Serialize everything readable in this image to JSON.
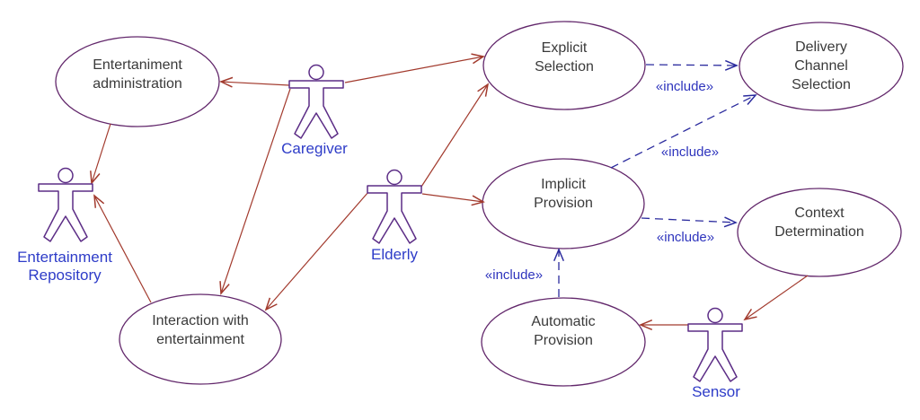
{
  "diagram": {
    "type": "UML use case diagram",
    "background": "#ffffff",
    "colors": {
      "usecase_stroke": "#62276b",
      "usecase_text": "#3a3a3a",
      "actor_stroke": "#5c2d86",
      "actor_label_text": "#2e3cc8",
      "association_arrow": "#a23a2d",
      "include_arrow": "#2b2b9e",
      "include_label_text": "#2e34bd"
    },
    "use_cases": [
      {
        "id": "entertainment-administration",
        "lines": [
          "Entertaniment",
          "administration"
        ]
      },
      {
        "id": "explicit-selection",
        "lines": [
          "Explicit",
          "Selection"
        ]
      },
      {
        "id": "delivery-channel-selection",
        "lines": [
          "Delivery",
          "Channel",
          "Selection"
        ]
      },
      {
        "id": "implicit-provision",
        "lines": [
          "Implicit",
          "Provision"
        ]
      },
      {
        "id": "context-determination",
        "lines": [
          "Context",
          "Determination"
        ]
      },
      {
        "id": "interaction-with-entertainment",
        "lines": [
          "Interaction with",
          "entertainment"
        ]
      },
      {
        "id": "automatic-provision",
        "lines": [
          "Automatic",
          "Provision"
        ]
      }
    ],
    "actors": [
      {
        "id": "caregiver",
        "label_lines": [
          "Caregiver"
        ]
      },
      {
        "id": "elderly",
        "label_lines": [
          "Elderly"
        ]
      },
      {
        "id": "entertainment-repository",
        "label_lines": [
          "Entertainment",
          "Repository"
        ]
      },
      {
        "id": "sensor",
        "label_lines": [
          "Sensor"
        ]
      }
    ],
    "associations": [
      {
        "from": "Caregiver",
        "to": "Entertaniment administration"
      },
      {
        "from": "Caregiver",
        "to": "Explicit Selection"
      },
      {
        "from": "Caregiver",
        "to": "Interaction with entertainment"
      },
      {
        "from": "Elderly",
        "to": "Explicit Selection"
      },
      {
        "from": "Elderly",
        "to": "Implicit Provision"
      },
      {
        "from": "Elderly",
        "to": "Interaction with entertainment"
      },
      {
        "from": "Entertaniment administration",
        "to": "Entertainment Repository"
      },
      {
        "from": "Interaction with entertainment",
        "to": "Entertainment Repository"
      },
      {
        "from": "Sensor",
        "to": "Automatic Provision"
      },
      {
        "from": "Context Determination",
        "to": "Sensor"
      }
    ],
    "includes": [
      {
        "from": "Explicit Selection",
        "to": "Delivery Channel Selection",
        "label": "«include»"
      },
      {
        "from": "Implicit Provision",
        "to": "Delivery Channel Selection",
        "label": "«include»"
      },
      {
        "from": "Implicit Provision",
        "to": "Context Determination",
        "label": "«include»"
      },
      {
        "from": "Automatic Provision",
        "to": "Implicit Provision",
        "label": "«include»"
      }
    ]
  }
}
